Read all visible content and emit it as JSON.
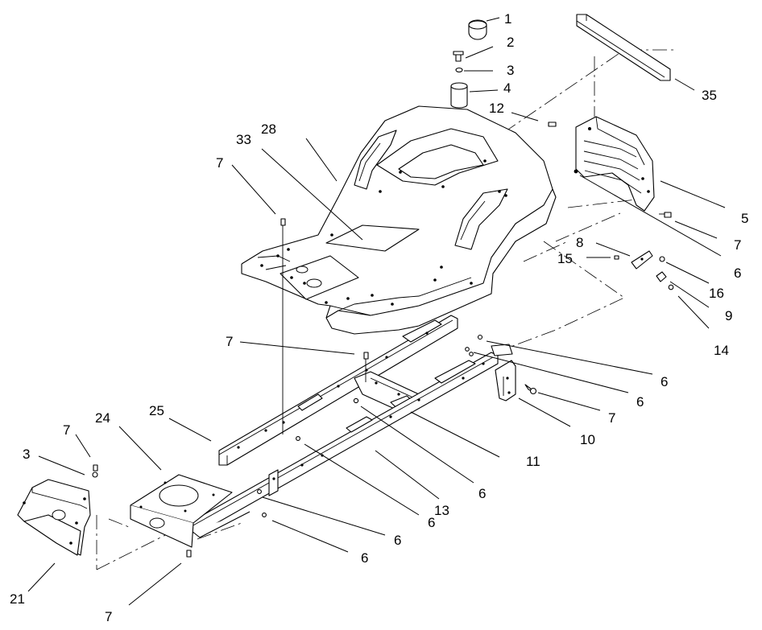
{
  "callouts": [
    {
      "id": "1",
      "text": "1"
    },
    {
      "id": "2",
      "text": "2"
    },
    {
      "id": "3a",
      "text": "3"
    },
    {
      "id": "4",
      "text": "4"
    },
    {
      "id": "35",
      "text": "35"
    },
    {
      "id": "12",
      "text": "12"
    },
    {
      "id": "28",
      "text": "28"
    },
    {
      "id": "33",
      "text": "33"
    },
    {
      "id": "7a",
      "text": "7"
    },
    {
      "id": "5",
      "text": "5"
    },
    {
      "id": "7b",
      "text": "7"
    },
    {
      "id": "6a",
      "text": "6"
    },
    {
      "id": "8",
      "text": "8"
    },
    {
      "id": "15",
      "text": "15"
    },
    {
      "id": "16",
      "text": "16"
    },
    {
      "id": "9",
      "text": "9"
    },
    {
      "id": "14",
      "text": "14"
    },
    {
      "id": "7c",
      "text": "7"
    },
    {
      "id": "6b",
      "text": "6"
    },
    {
      "id": "6c",
      "text": "6"
    },
    {
      "id": "7d",
      "text": "7"
    },
    {
      "id": "10",
      "text": "10"
    },
    {
      "id": "11",
      "text": "11"
    },
    {
      "id": "6d",
      "text": "6"
    },
    {
      "id": "25",
      "text": "25"
    },
    {
      "id": "24",
      "text": "24"
    },
    {
      "id": "7e",
      "text": "7"
    },
    {
      "id": "3b",
      "text": "3"
    },
    {
      "id": "13",
      "text": "13"
    },
    {
      "id": "6e",
      "text": "6"
    },
    {
      "id": "6f",
      "text": "6"
    },
    {
      "id": "6g",
      "text": "6"
    },
    {
      "id": "21",
      "text": "21"
    },
    {
      "id": "7f",
      "text": "7"
    }
  ]
}
